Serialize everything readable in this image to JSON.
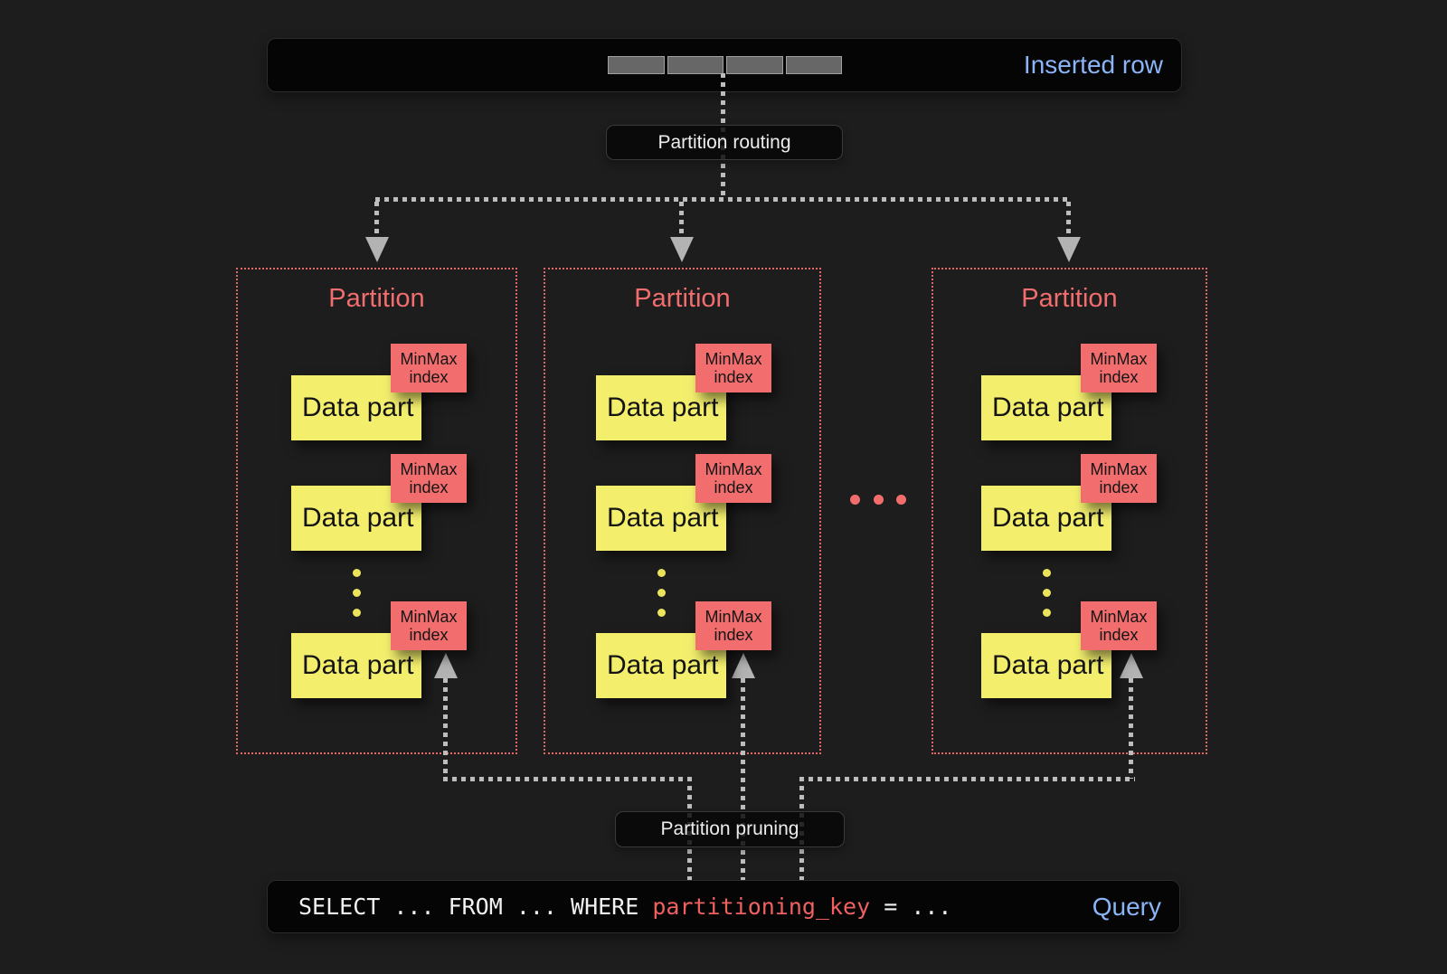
{
  "colors": {
    "background": "#1d1d1d",
    "panel": "#050505",
    "accent_blue": "#8ab5f7",
    "accent_red": "#f26d6d",
    "part_yellow": "#f3ef6d",
    "line_gray": "#bdbdbd"
  },
  "inserted_row": {
    "label": "Inserted row",
    "segment_count": 4
  },
  "routing": {
    "label": "Partition routing"
  },
  "partitions": [
    {
      "title": "Partition"
    },
    {
      "title": "Partition"
    },
    {
      "title": "Partition"
    }
  ],
  "labels": {
    "data_part": "Data part",
    "minmax_line1": "MinMax",
    "minmax_line2": "index"
  },
  "pruning": {
    "label": "Partition pruning"
  },
  "query": {
    "sql_prefix": "SELECT ... FROM ... WHERE ",
    "sql_key": "partitioning_key",
    "sql_suffix": " = ...",
    "label": "Query"
  }
}
